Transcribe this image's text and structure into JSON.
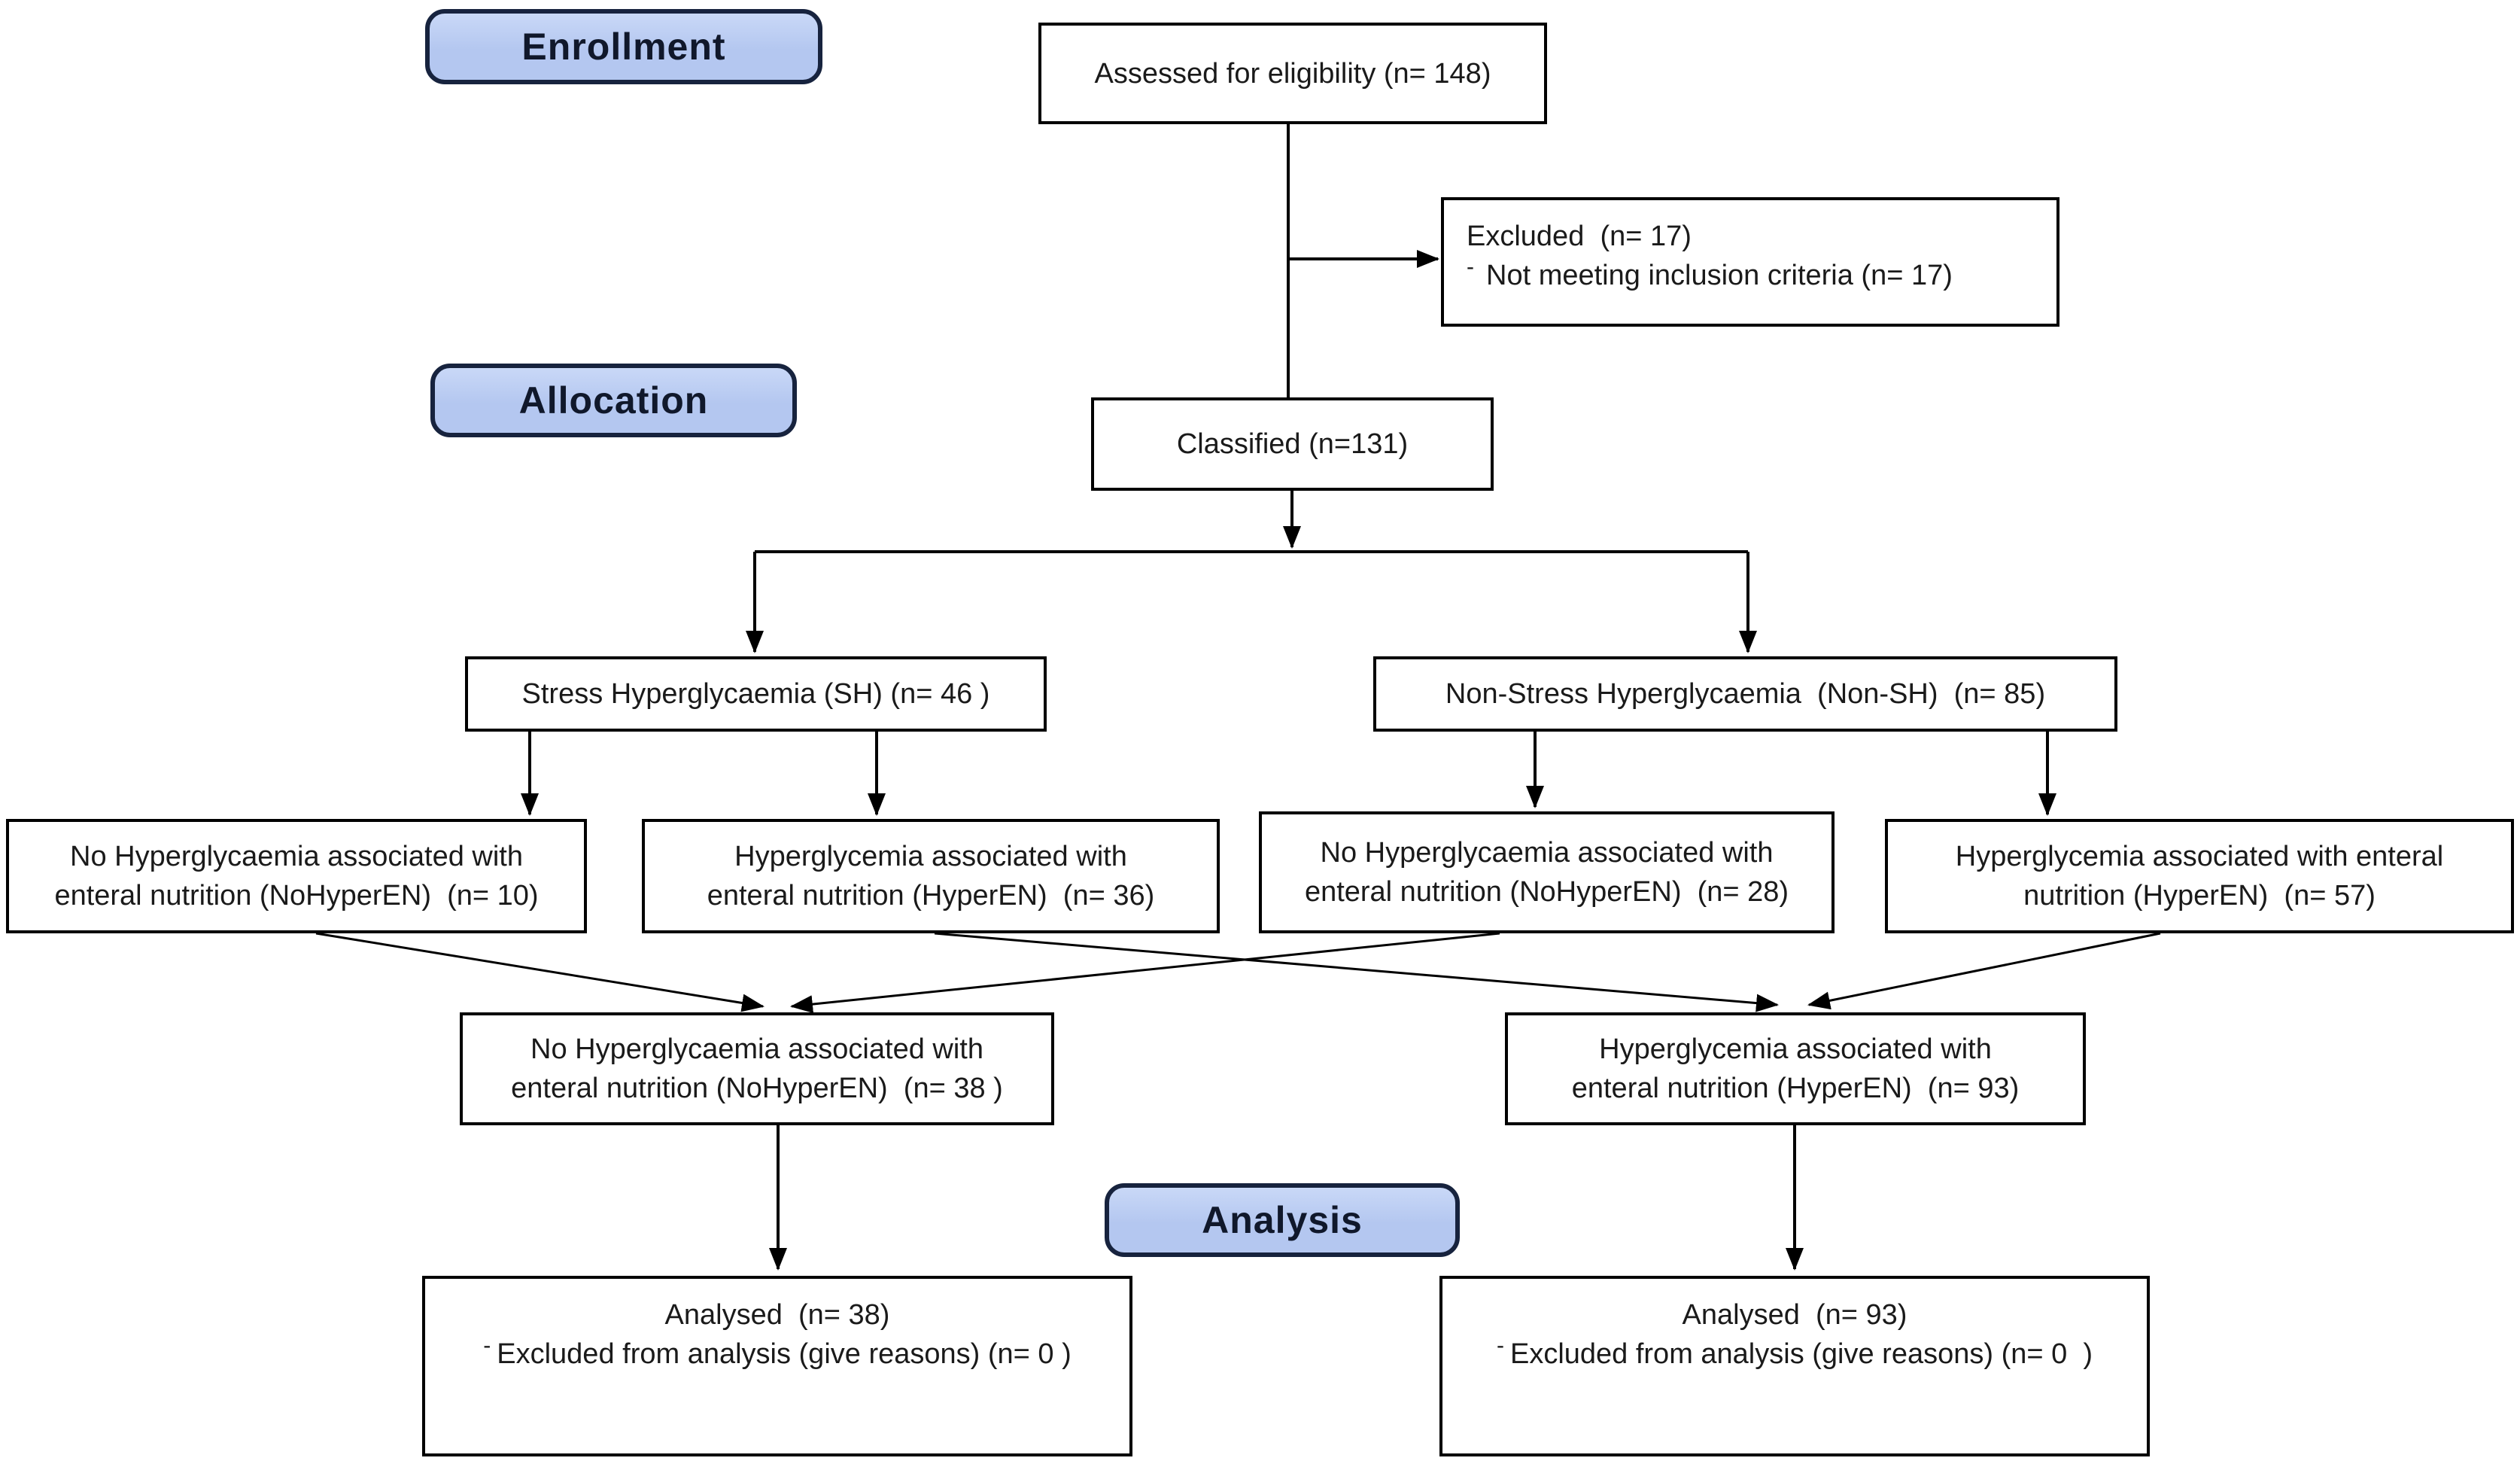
{
  "stages": {
    "enrollment": "Enrollment",
    "allocation": "Allocation",
    "analysis": "Analysis"
  },
  "colors": {
    "stage_fill": "#b4c7f0",
    "stage_fill_light": "#c9d8f7",
    "stage_border": "#17233e",
    "stage_text": "#10182b",
    "box_border": "#000000",
    "box_fill": "#ffffff",
    "text": "#1a1a1a",
    "line": "#000000"
  },
  "nodes": {
    "assessed": {
      "text": "Assessed for eligibility (n= 148)"
    },
    "excluded": {
      "title": "Excluded  (n= 17)",
      "bullet": "-",
      "reason": "Not meeting inclusion criteria (n= 17)"
    },
    "classified": {
      "text": "Classified (n=131)"
    },
    "stress_hyperglycaemia": {
      "text": "Stress Hyperglycaemia (SH) (n= 46 )"
    },
    "non_stress_hyperglycaemia": {
      "text": "Non-Stress Hyperglycaemia  (Non-SH)  (n= 85)"
    },
    "sh_no_hyper_en": {
      "line1": "No Hyperglycaemia associated with",
      "line2": "enteral nutrition (NoHyperEN)  (n= 10)"
    },
    "sh_hyper_en": {
      "line1": "Hyperglycemia associated with",
      "line2": "enteral nutrition (HyperEN)  (n= 36)"
    },
    "nonsh_no_hyper_en": {
      "line1": "No Hyperglycaemia associated with",
      "line2": "enteral nutrition (NoHyperEN)  (n= 28)"
    },
    "nonsh_hyper_en": {
      "line1": "Hyperglycemia associated with enteral",
      "line2": "nutrition (HyperEN)  (n= 57)"
    },
    "pooled_no_hyper_en": {
      "line1": "No Hyperglycaemia associated with",
      "line2": "enteral nutrition (NoHyperEN)  (n= 38 )"
    },
    "pooled_hyper_en": {
      "line1": "Hyperglycemia associated with",
      "line2": "enteral nutrition (HyperEN)  (n= 93)"
    },
    "analysed_no_hyper_en": {
      "line1": "Analysed  (n= 38)",
      "bullet": "-",
      "line2": "Excluded from analysis (give reasons) (n= 0 )"
    },
    "analysed_hyper_en": {
      "line1": "Analysed  (n= 93)",
      "bullet": "-",
      "line2": "Excluded from analysis (give reasons) (n= 0  )"
    }
  },
  "counts": {
    "assessed_for_eligibility": 148,
    "excluded": 17,
    "not_meeting_inclusion_criteria": 17,
    "classified": 131,
    "stress_hyperglycaemia_sh": 46,
    "non_stress_hyperglycaemia_non_sh": 85,
    "sh_no_hyper_en": 10,
    "sh_hyper_en": 36,
    "non_sh_no_hyper_en": 28,
    "non_sh_hyper_en": 57,
    "pooled_no_hyper_en": 38,
    "pooled_hyper_en": 93,
    "analysed_no_hyper_en": 38,
    "analysed_hyper_en": 93,
    "excluded_from_analysis_no_hyper_en": 0,
    "excluded_from_analysis_hyper_en": 0
  }
}
